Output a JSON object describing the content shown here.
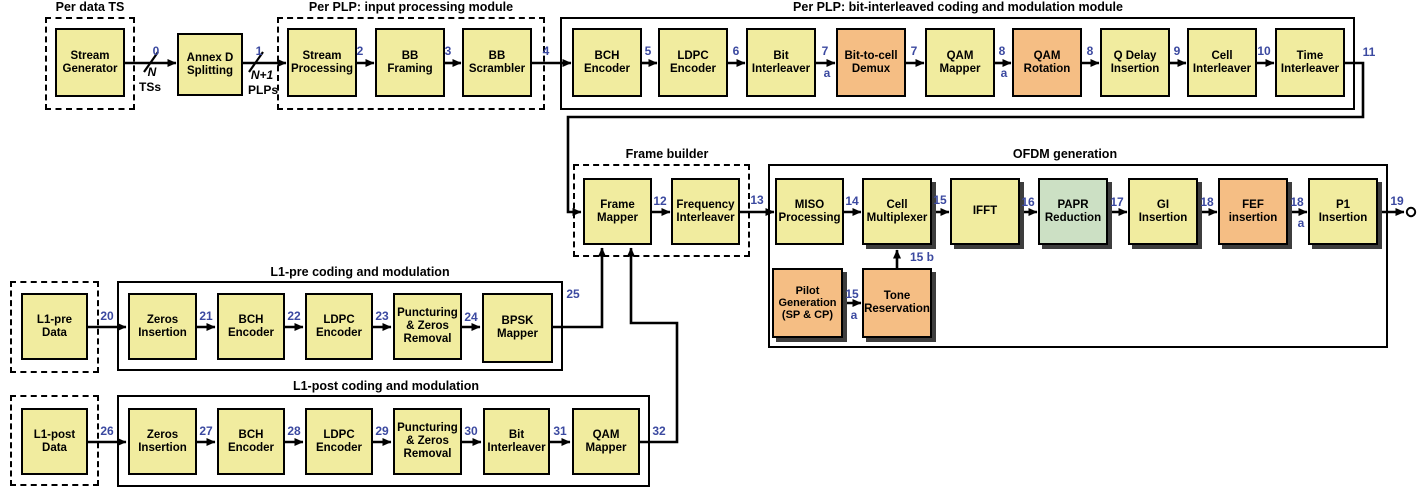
{
  "colors": {
    "yellow": "#F1EC9F",
    "orange": "#F5BE84",
    "green": "#CCE0C4",
    "number_blue": "#3B49A0",
    "shadow": "#3d3d3d"
  },
  "titles": {
    "per_data_ts": "Per data TS",
    "input_processing": "Per PLP: input processing module",
    "bicm": "Per PLP: bit-interleaved coding and modulation module",
    "frame_builder": "Frame builder",
    "ofdm": "OFDM generation",
    "l1pre": "L1-pre coding and modulation",
    "l1post": "L1-post coding and modulation"
  },
  "blocks": {
    "stream_generator": "Stream\nGenerator",
    "annex_d": "Annex D\nSplitting",
    "stream_processing": "Stream\nProcessing",
    "bb_framing": "BB\nFraming",
    "bb_scrambler": "BB\nScrambler",
    "bch_encoder": "BCH\nEncoder",
    "ldpc_encoder": "LDPC\nEncoder",
    "bit_interleaver": "Bit\nInterleaver",
    "bit_to_cell_demux": "Bit-to-cell\nDemux",
    "qam_mapper": "QAM\nMapper",
    "qam_rotation": "QAM\nRotation",
    "q_delay_insertion": "Q Delay\nInsertion",
    "cell_interleaver": "Cell\nInterleaver",
    "time_interleaver": "Time\nInterleaver",
    "frame_mapper": "Frame\nMapper",
    "frequency_interleaver": "Frequency\nInterleaver",
    "miso_processing": "MISO\nProcessing",
    "cell_multiplexer": "Cell\nMultiplexer",
    "ifft": "IFFT",
    "papr_reduction": "PAPR\nReduction",
    "gi_insertion": "GI\nInsertion",
    "fef_insertion": "FEF\ninsertion",
    "p1_insertion": "P1\nInsertion",
    "pilot_generation": "Pilot\nGeneration\n(SP & CP)",
    "tone_reservation": "Tone\nReservation",
    "l1pre_data": "L1-pre\nData",
    "l1pre_zeros": "Zeros\nInsertion",
    "l1pre_bch": "BCH\nEncoder",
    "l1pre_ldpc": "LDPC\nEncoder",
    "l1pre_puncturing": "Puncturing\n& Zeros\nRemoval",
    "l1pre_bpsk": "BPSK\nMapper",
    "l1post_data": "L1-post\nData",
    "l1post_zeros": "Zeros\nInsertion",
    "l1post_bch": "BCH\nEncoder",
    "l1post_ldpc": "LDPC\nEncoder",
    "l1post_puncturing": "Puncturing\n& Zeros\nRemoval",
    "l1post_bit_interleaver": "Bit\nInterleaver",
    "l1post_qam": "QAM\nMapper"
  },
  "edges": {
    "e0": "0",
    "e1": "1",
    "e2": "2",
    "e3": "3",
    "e4": "4",
    "e5": "5",
    "e6": "6",
    "e7a_num": "7",
    "e7a_sub": "a",
    "e7": "7",
    "e8a_num": "8",
    "e8a_sub": "a",
    "e8": "8",
    "e9": "9",
    "e10": "10",
    "e11": "11",
    "e12": "12",
    "e13": "13",
    "e14": "14",
    "e15": "15",
    "e15a_num": "15",
    "e15a_sub": "a",
    "e15b": "15 b",
    "e16": "16",
    "e17": "17",
    "e18": "18",
    "e18a_num": "18",
    "e18a_sub": "a",
    "e19": "19",
    "e20": "20",
    "e21": "21",
    "e22": "22",
    "e23": "23",
    "e24": "24",
    "e25": "25",
    "e26": "26",
    "e27": "27",
    "e28": "28",
    "e29": "29",
    "e30": "30",
    "e31": "31",
    "e32": "32",
    "n_streams": "N",
    "n_streams_unit": "TSs",
    "n_plus_1": "N+1",
    "n_plus_1_unit": "PLPs"
  }
}
